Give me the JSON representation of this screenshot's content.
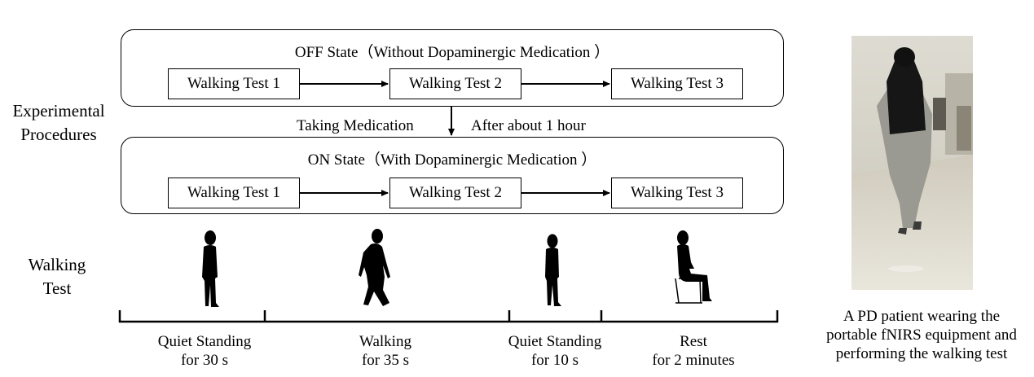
{
  "side_labels": {
    "procedures_line1": "Experimental",
    "procedures_line2": "Procedures",
    "walking_line1": "Walking",
    "walking_line2": "Test"
  },
  "off_panel": {
    "title": "OFF State（Without Dopaminergic Medication ）",
    "tests": [
      "Walking Test 1",
      "Walking Test 2",
      "Walking Test 3"
    ]
  },
  "on_panel": {
    "title": "ON State（With Dopaminergic Medication ）",
    "tests": [
      "Walking Test 1",
      "Walking Test 2",
      "Walking Test 3"
    ]
  },
  "transition": {
    "left": "Taking Medication",
    "right": "After about 1 hour"
  },
  "timeline": [
    {
      "line1": "Quiet Standing",
      "line2": "for 30 s"
    },
    {
      "line1": "Walking",
      "line2": "for 35 s"
    },
    {
      "line1": "Quiet Standing",
      "line2": "for 10 s"
    },
    {
      "line1": "Rest",
      "line2": "for 2 minutes"
    }
  ],
  "photo_caption": {
    "line1": "A PD patient wearing the",
    "line2": "portable fNIRS equipment and",
    "line3": "performing the walking test"
  }
}
